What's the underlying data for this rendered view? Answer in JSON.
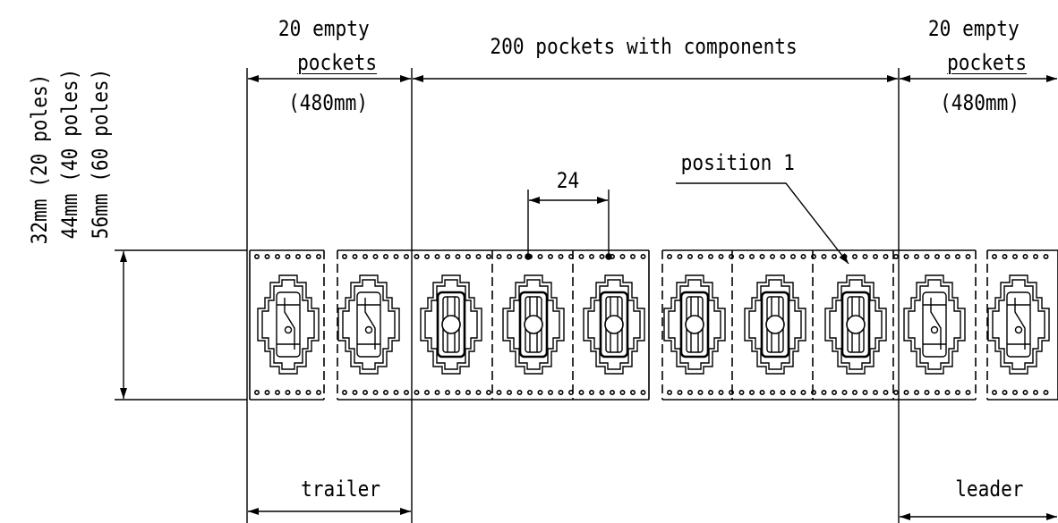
{
  "left_empty": {
    "line1": "20 empty",
    "line2": "pockets",
    "line3": "(480mm)"
  },
  "right_empty": {
    "line1": "20 empty",
    "line2": "pockets",
    "line3": "(480mm)"
  },
  "middle": {
    "label": "200 pockets with components"
  },
  "pitch": {
    "label": "24"
  },
  "position": {
    "label": "position 1"
  },
  "widths": {
    "w1": "32mm (20 poles)",
    "w2": "44mm (40 poles)",
    "w3": "56mm (60 poles)"
  },
  "trailer": {
    "label": "trailer"
  },
  "leader": {
    "label": "leader"
  }
}
